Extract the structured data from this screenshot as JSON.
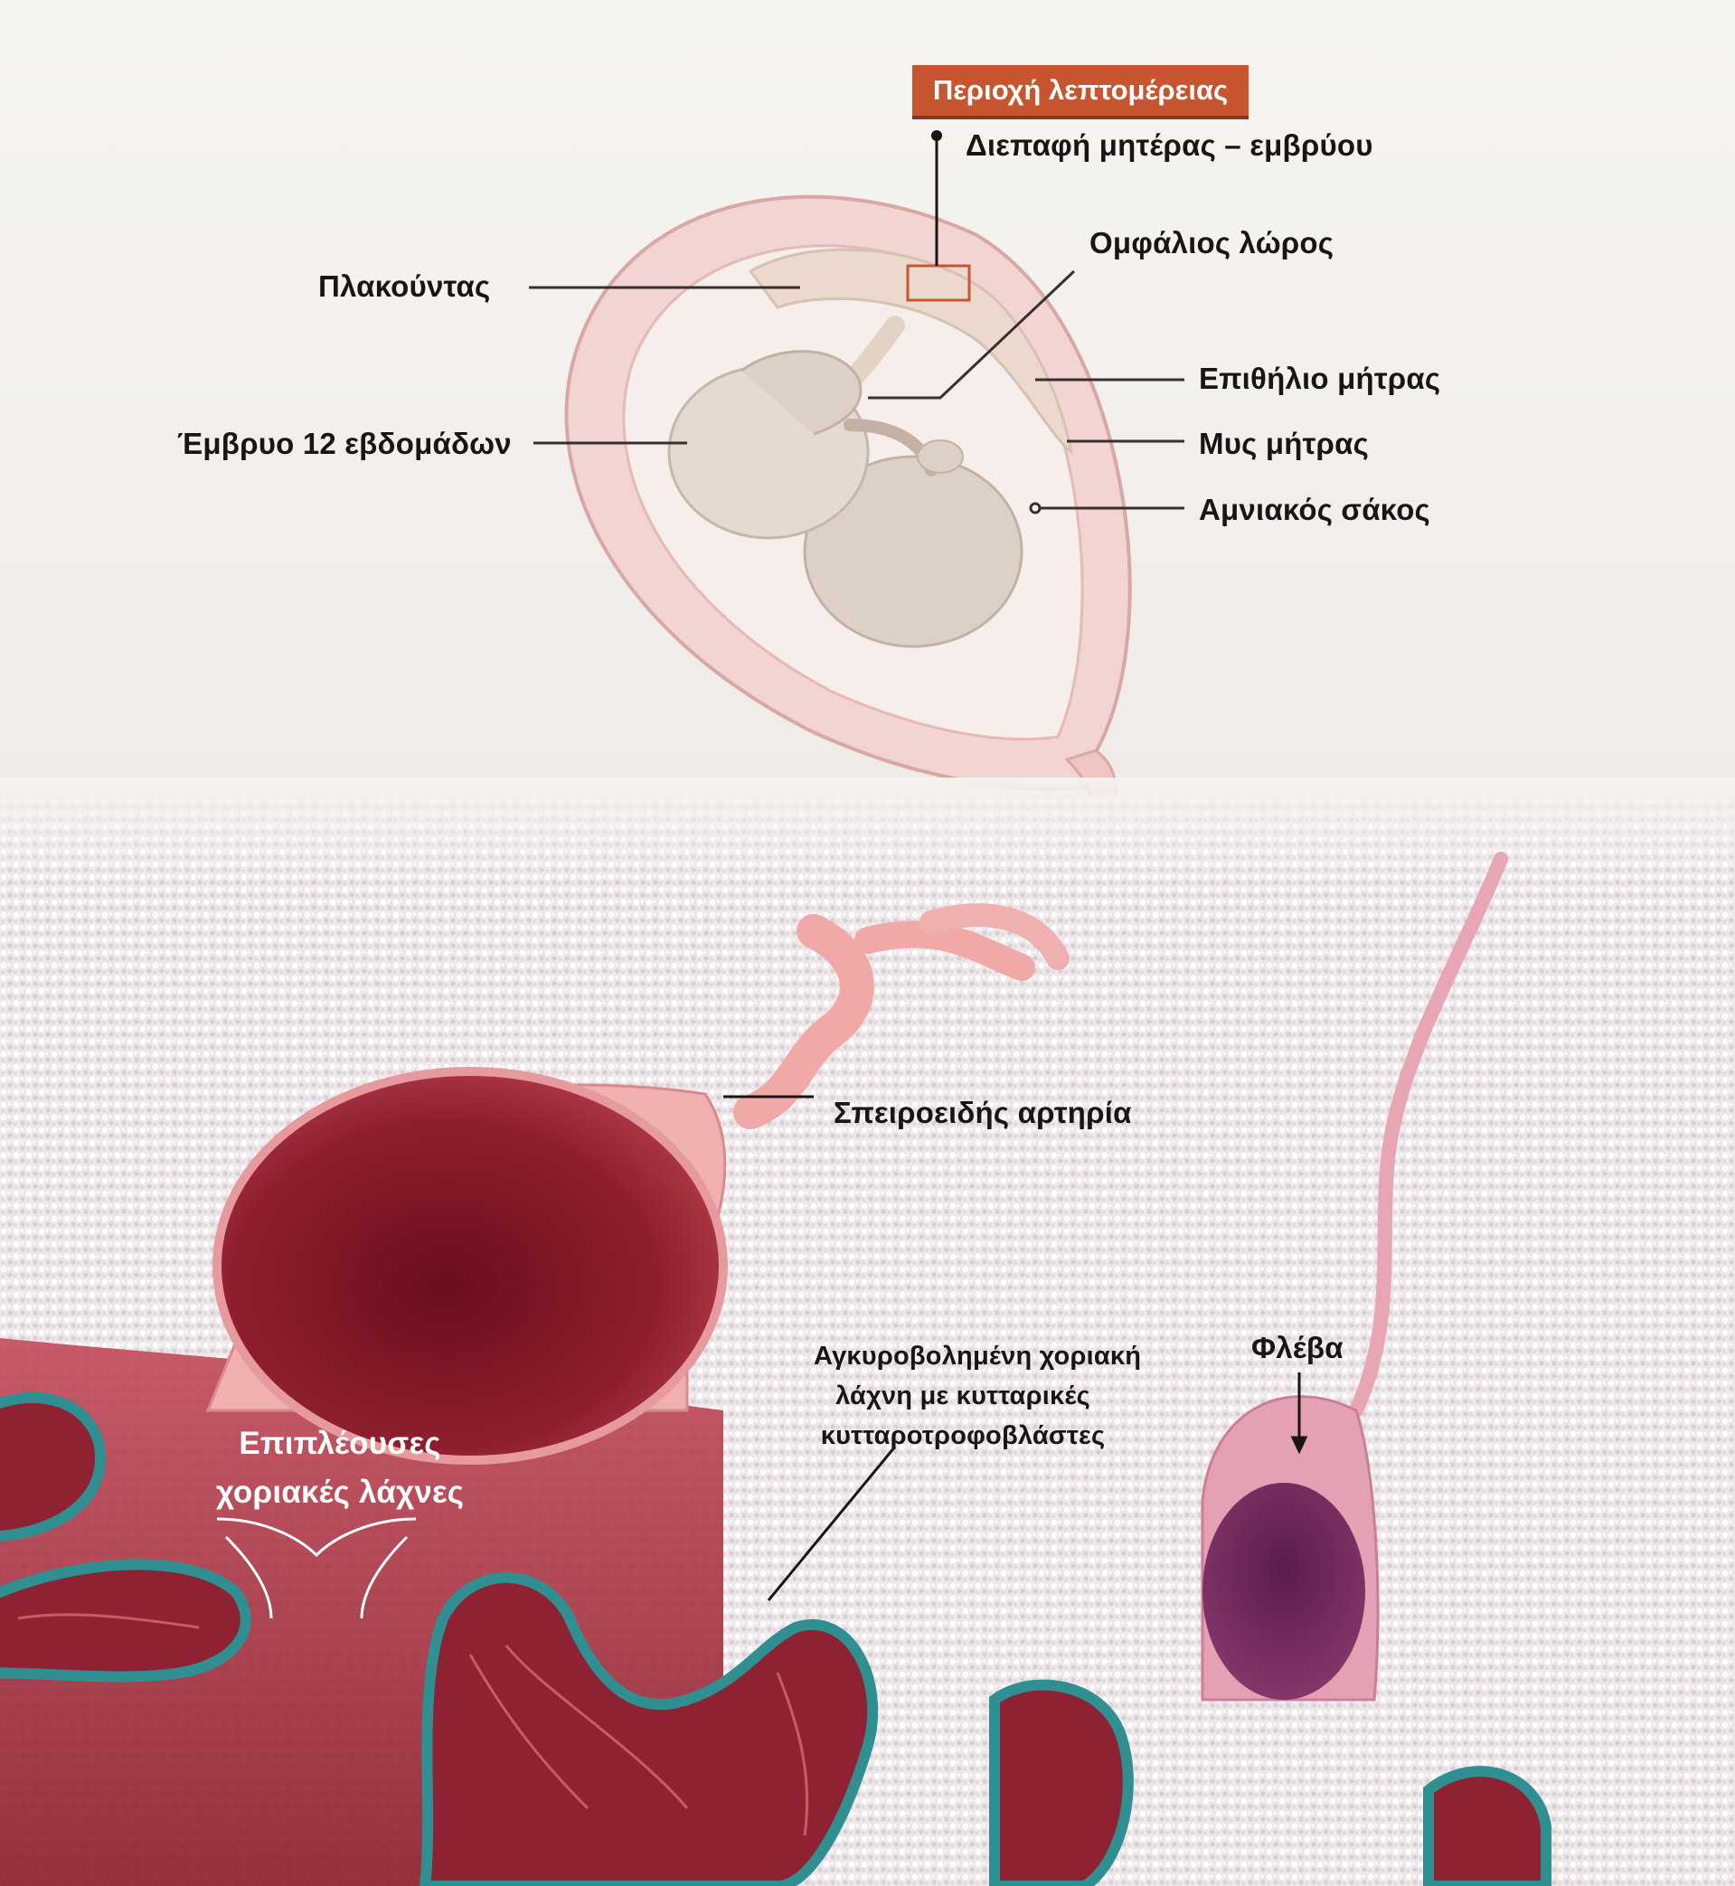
{
  "top_diagram": {
    "detail_badge": "Περιοχή λεπτομέρειας",
    "labels": {
      "maternal_fetal_interface": "Διεπαφή μητέρας – εμβρύου",
      "umbilical_cord": "Ομφάλιος λώρος",
      "placenta": "Πλακούντας",
      "endometrium": "Επιθήλιο μήτρας",
      "embryo_12_weeks": "Έμβρυο 12 εβδομάδων",
      "uterine_muscle": "Μυς μήτρας",
      "amniotic_sac": "Αμνιακός σάκος"
    }
  },
  "bottom_diagram": {
    "labels": {
      "spiral_artery": "Σπειροειδής αρτηρία",
      "vein": "Φλέβα",
      "anchoring_villus": [
        "Αγκυροβολημένη χοριακή",
        "λάχνη με κυτταρικές",
        "κυτταροτροφοβλάστες"
      ],
      "floating_villus": [
        "Επιπλέουσες",
        "χοριακές λάχνες"
      ]
    }
  },
  "colors": {
    "background": "#f4f1ee",
    "badge": "#c75530",
    "uterus_wall": "#f0c4c0",
    "blood": "#8e1e2e",
    "villus_border": "#2f8f91"
  }
}
